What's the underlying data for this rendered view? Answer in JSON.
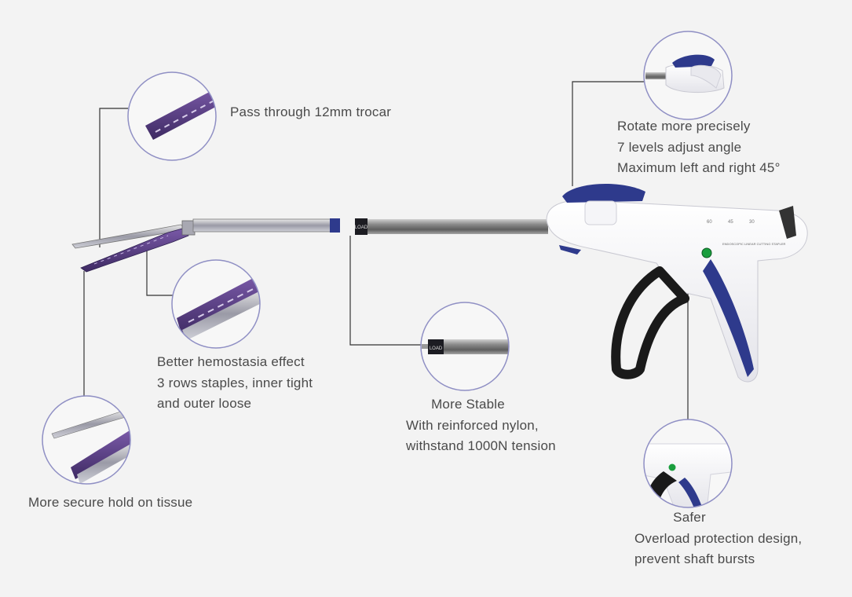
{
  "callouts": {
    "trocar": {
      "lines": [
        "Pass through 12mm trocar"
      ]
    },
    "rotate": {
      "lines": [
        "Rotate more precisely",
        "7 levels adjust angle",
        "Maximum left and right 45°"
      ]
    },
    "hemostasia": {
      "lines": [
        "Better hemostasia effect",
        "3 rows staples, inner tight",
        "and outer loose"
      ]
    },
    "stable": {
      "lines": [
        "More Stable",
        "With reinforced nylon,",
        "withstand 1000N tension"
      ]
    },
    "secure": {
      "lines": [
        "More secure hold on tissue"
      ]
    },
    "safer": {
      "lines": [
        "Safer",
        "Overload protection design,",
        "prevent shaft bursts"
      ]
    }
  },
  "device_labels": {
    "load": "LOAD",
    "handle_text": "ENDOSCOPIC LINEAR CUTTING STAPLER",
    "scale_marks": [
      "60",
      "45",
      "30"
    ]
  },
  "colors": {
    "background": "#f3f3f3",
    "circle_border": "#8f8fc4",
    "accent_blue": "#2e3a8c",
    "jaw_purple": "#5a3f86",
    "leader_line": "#333333",
    "caption_text": "#4a4a4a"
  }
}
